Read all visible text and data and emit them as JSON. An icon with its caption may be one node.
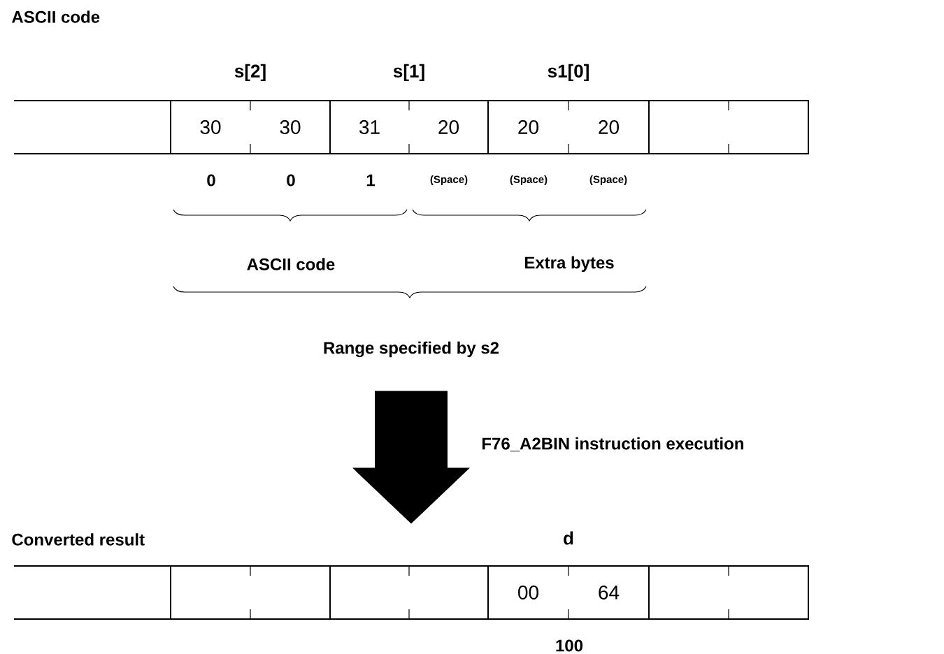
{
  "diagram": {
    "nodes": [
      {
        "text": [
          "ASCII code"
        ]
      },
      {
        "text": [],
        "shape": "box",
        "in": 0
      },
      {
        "text": [
          "s[2]",
          "30",
          "30"
        ],
        "in": 0
      },
      {
        "text": [
          "s[1]",
          "31",
          "20"
        ],
        "in": 0
      },
      {
        "text": [
          "s1[0]",
          "20",
          "20"
        ],
        "in": 0
      },
      {
        "text": [],
        "shape": "box",
        "in": 0
      },
      {
        "text": [
          "Converted result"
        ]
      },
      {
        "text": [],
        "shape": "box",
        "in": 6
      },
      {
        "text": [],
        "shape": "box",
        "in": 6
      },
      {
        "text": [],
        "shape": "box",
        "in": 6
      },
      {
        "text": [
          "d",
          "00",
          "64"
        ],
        "in": 6
      },
      {
        "text": [],
        "shape": "box",
        "in": 6
      }
    ],
    "edges": [
      {
        "from": null,
        "to": 6,
        "arrow": "to",
        "label": "F76_A2BIN instruction execution"
      }
    ],
    "labels": [
      "0",
      "0",
      "1",
      "(Space)",
      "(Space)",
      "(Space)",
      "ASCII code",
      "Extra bytes",
      "Range specified by s2",
      "100"
    ]
  }
}
